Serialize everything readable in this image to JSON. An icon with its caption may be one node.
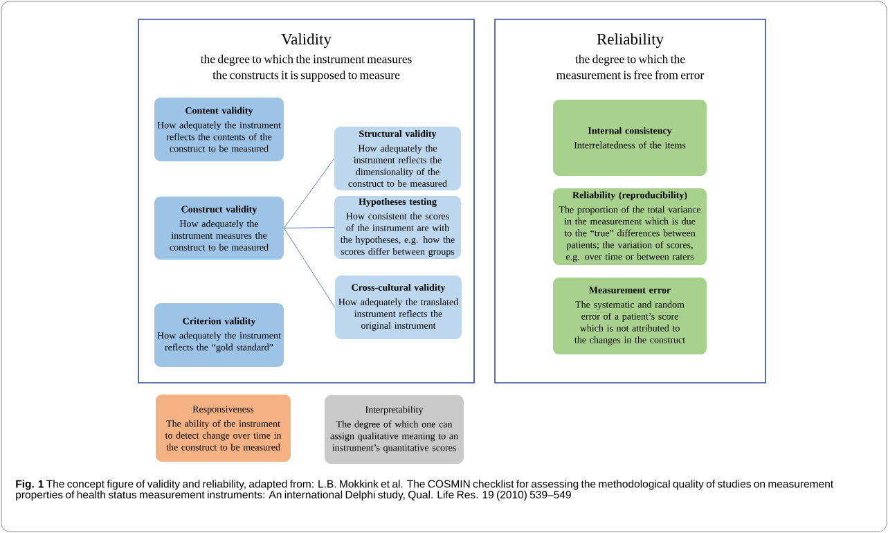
{
  "diagram": {
    "caption": "**Fig. 1** The concept figure of validity and reliability, adapted from: L.B. Mokkink et al. The COSMIN checklist for assessing the methodological quality of studies on measurement properties of health status measurement instruments: An international Delphi study, Qual. Life Res. 19 (2010) 539–549",
    "nodes": [
      {
        "text": [
          "Validity",
          "the degree to which the instrument measures the constructs it is supposed to measure"
        ]
      },
      {
        "text": [
          "Content validity",
          "How adequately the instrument reflects the contents of the construct to be measured"
        ],
        "in": 0
      },
      {
        "text": [
          "Construct validity",
          "How adequately the instrument measures the construct to be measured"
        ],
        "in": 0
      },
      {
        "text": [
          "Criterion validity",
          "How adequately the instrument reflects the “gold standard”"
        ],
        "in": 0
      },
      {
        "text": [
          "Structural validity",
          "How adequately the instrument reflects the dimensionality of the construct to be measured"
        ],
        "in": 0
      },
      {
        "text": [
          "Hypotheses testing",
          "How consistent the scores of the instrument are with the hypotheses, e.g. how the scores differ between groups"
        ],
        "in": 0
      },
      {
        "text": [
          "Cross-cultural validity",
          "How adequately the translated instrument reflects the original instrument"
        ],
        "in": 0
      },
      {
        "text": [
          "Reliability",
          "the degree to which the measurement is free from error"
        ]
      },
      {
        "text": [
          "Internal consistency",
          "Interrelatedness of the items"
        ],
        "in": 7
      },
      {
        "text": [
          "Reliability (reproducibility)",
          "The proportion of the total variance in the measurement which is due to the “true” differences between patients; the variation of scores, e.g. over time or between raters"
        ],
        "in": 7
      },
      {
        "text": [
          "Measurement error",
          "The systematic and random error of a patient’s score which is not attributed to the changes in the construct"
        ],
        "in": 7
      },
      {
        "text": [
          "Responsiveness",
          "The ability of the instrument to detect change over time in the construct to be measured"
        ]
      },
      {
        "text": [
          "Interpretability",
          "The degree of which one can assign qualitative meaning to an instrument’s quantitative scores"
        ]
      }
    ],
    "edges": [
      {
        "from": 2,
        "to": 4,
        "arrow": "none"
      },
      {
        "from": 2,
        "to": 5,
        "arrow": "none"
      },
      {
        "from": 2,
        "to": 6,
        "arrow": "none"
      }
    ]
  }
}
